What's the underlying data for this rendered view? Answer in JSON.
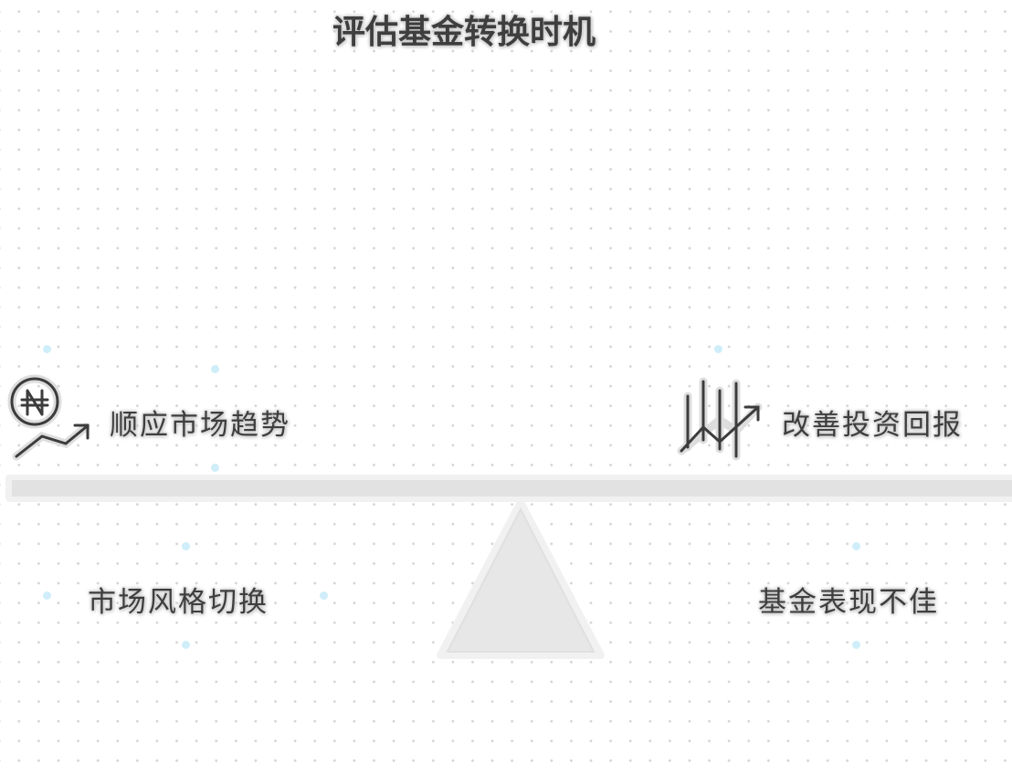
{
  "title": "评估基金转换时机",
  "upper_left": {
    "label": "顺应市场趋势",
    "icon": "naira-trend-up-icon"
  },
  "upper_right": {
    "label": "改善投资回报",
    "icon": "chart-trend-up-icon"
  },
  "lower_left": {
    "label": "市场风格切换"
  },
  "lower_right": {
    "label": "基金表现不佳"
  },
  "colors": {
    "text": "#3e3e3e",
    "beam": "#e2e2e2",
    "accent_dots": "#cfeefa"
  }
}
